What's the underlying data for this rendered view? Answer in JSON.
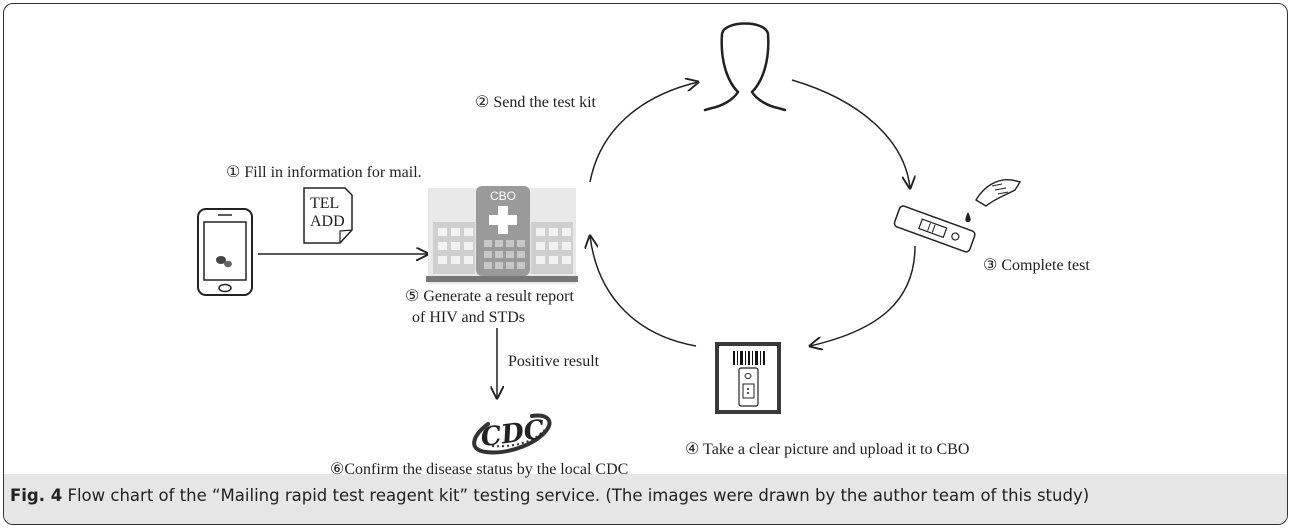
{
  "steps": {
    "step1": "① Fill in information for mail.",
    "step2": "② Send the test kit",
    "step3": "③ Complete test",
    "step4": "④ Take a clear picture and upload it to CBO",
    "step5_line1": "⑤ Generate a result report",
    "step5_line2": "of HIV and STDs",
    "step6": "⑥Confirm the disease status by the local CDC"
  },
  "labels": {
    "positive_result": "Positive result",
    "form_tel": "TEL",
    "form_add": "ADD",
    "cbo_sign": "CBO",
    "cdc_logo": "CDC"
  },
  "caption": {
    "label": "Fig. 4",
    "text": " Flow chart of the “Mailing rapid test reagent kit” testing service. (The images were drawn by the author team of this study)"
  },
  "colors": {
    "cbo_building": "#9a9a9a",
    "cbo_light": "#d6d6d6",
    "ink": "#222222"
  }
}
